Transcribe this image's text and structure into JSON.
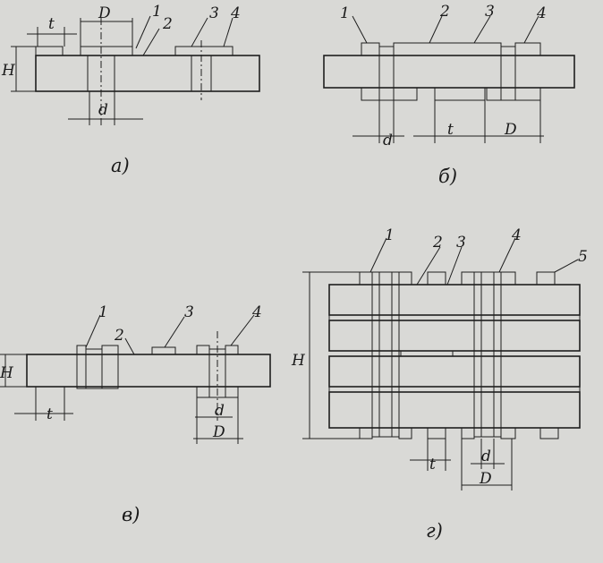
{
  "palette": {
    "paper": "#d9d9d6",
    "ink": "#1e1e1e",
    "pad": "#8e8e8a",
    "board": "#b8b8b4"
  },
  "panels": {
    "a": {
      "caption": "а)",
      "dims": {
        "t": "t",
        "D": "D",
        "H": "H",
        "d": "d"
      },
      "callouts": [
        "1",
        "2",
        "3",
        "4"
      ]
    },
    "b": {
      "caption": "б)",
      "dims": {
        "d": "d",
        "t": "t",
        "D": "D"
      },
      "callouts": [
        "1",
        "2",
        "3",
        "4"
      ]
    },
    "v": {
      "caption": "в)",
      "dims": {
        "H": "H",
        "t": "t",
        "d": "d",
        "D": "D"
      },
      "callouts": [
        "1",
        "2",
        "3",
        "4"
      ]
    },
    "g": {
      "caption": "г)",
      "dims": {
        "H": "H",
        "t": "t",
        "d": "d",
        "D": "D"
      },
      "callouts": [
        "1",
        "2",
        "3",
        "4",
        "5"
      ]
    }
  }
}
